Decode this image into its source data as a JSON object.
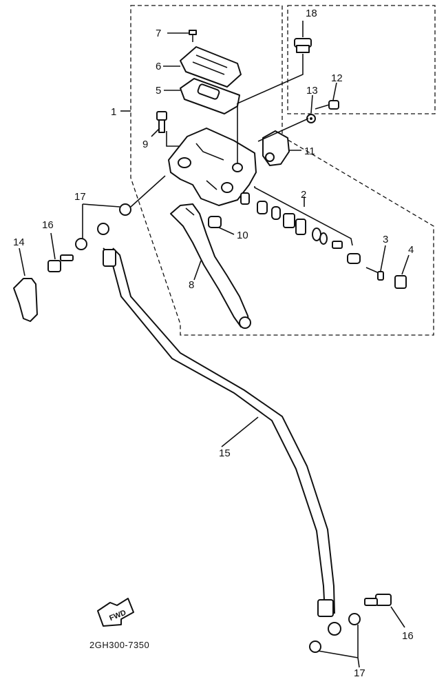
{
  "diagram": {
    "catalog_code": "2GH300-7350",
    "fwd_label": "FWD",
    "callouts": [
      {
        "key": "c1",
        "label": "1"
      },
      {
        "key": "c2",
        "label": "2"
      },
      {
        "key": "c3",
        "label": "3"
      },
      {
        "key": "c4",
        "label": "4"
      },
      {
        "key": "c5",
        "label": "5"
      },
      {
        "key": "c6",
        "label": "6"
      },
      {
        "key": "c7",
        "label": "7"
      },
      {
        "key": "c8",
        "label": "8"
      },
      {
        "key": "c9",
        "label": "9"
      },
      {
        "key": "c10",
        "label": "10"
      },
      {
        "key": "c11",
        "label": "11"
      },
      {
        "key": "c12",
        "label": "12"
      },
      {
        "key": "c13",
        "label": "13"
      },
      {
        "key": "c14",
        "label": "14"
      },
      {
        "key": "c15",
        "label": "15"
      },
      {
        "key": "c16a",
        "label": "16"
      },
      {
        "key": "c16b",
        "label": "16"
      },
      {
        "key": "c17a",
        "label": "17"
      },
      {
        "key": "c17b",
        "label": "17"
      },
      {
        "key": "c18",
        "label": "18"
      }
    ]
  }
}
